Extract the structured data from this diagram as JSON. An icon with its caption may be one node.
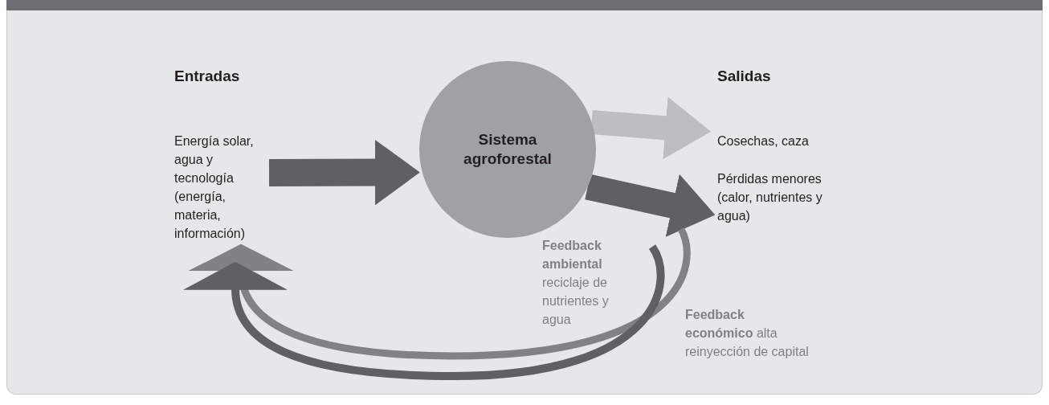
{
  "diagram": {
    "nodes": [
      {
        "text": [
          "Energía solar, agua y tecnología (energía, materia, información)"
        ]
      },
      {
        "text": [
          "Sistema agroforestal"
        ]
      },
      {
        "text": [
          "Cosechas, caza"
        ]
      },
      {
        "text": [
          "Pérdidas menores (calor, nutrientes y agua)"
        ]
      }
    ],
    "edges": [
      {
        "from": 0,
        "to": 1,
        "arrow": "to"
      },
      {
        "from": 1,
        "to": 2,
        "arrow": "to",
        "color": "#bdbec0"
      },
      {
        "from": 1,
        "to": 3,
        "arrow": "to"
      },
      {
        "from": null,
        "to": 0,
        "arrow": "to",
        "label": "**Feedback ambiental** reciclaje de nutrientes y agua",
        "color": "#818285"
      },
      {
        "from": null,
        "to": 0,
        "arrow": "to",
        "label": "**Feedback económico** alta reinyección de capital"
      }
    ],
    "labels": [
      "Entradas",
      "Salidas"
    ]
  }
}
